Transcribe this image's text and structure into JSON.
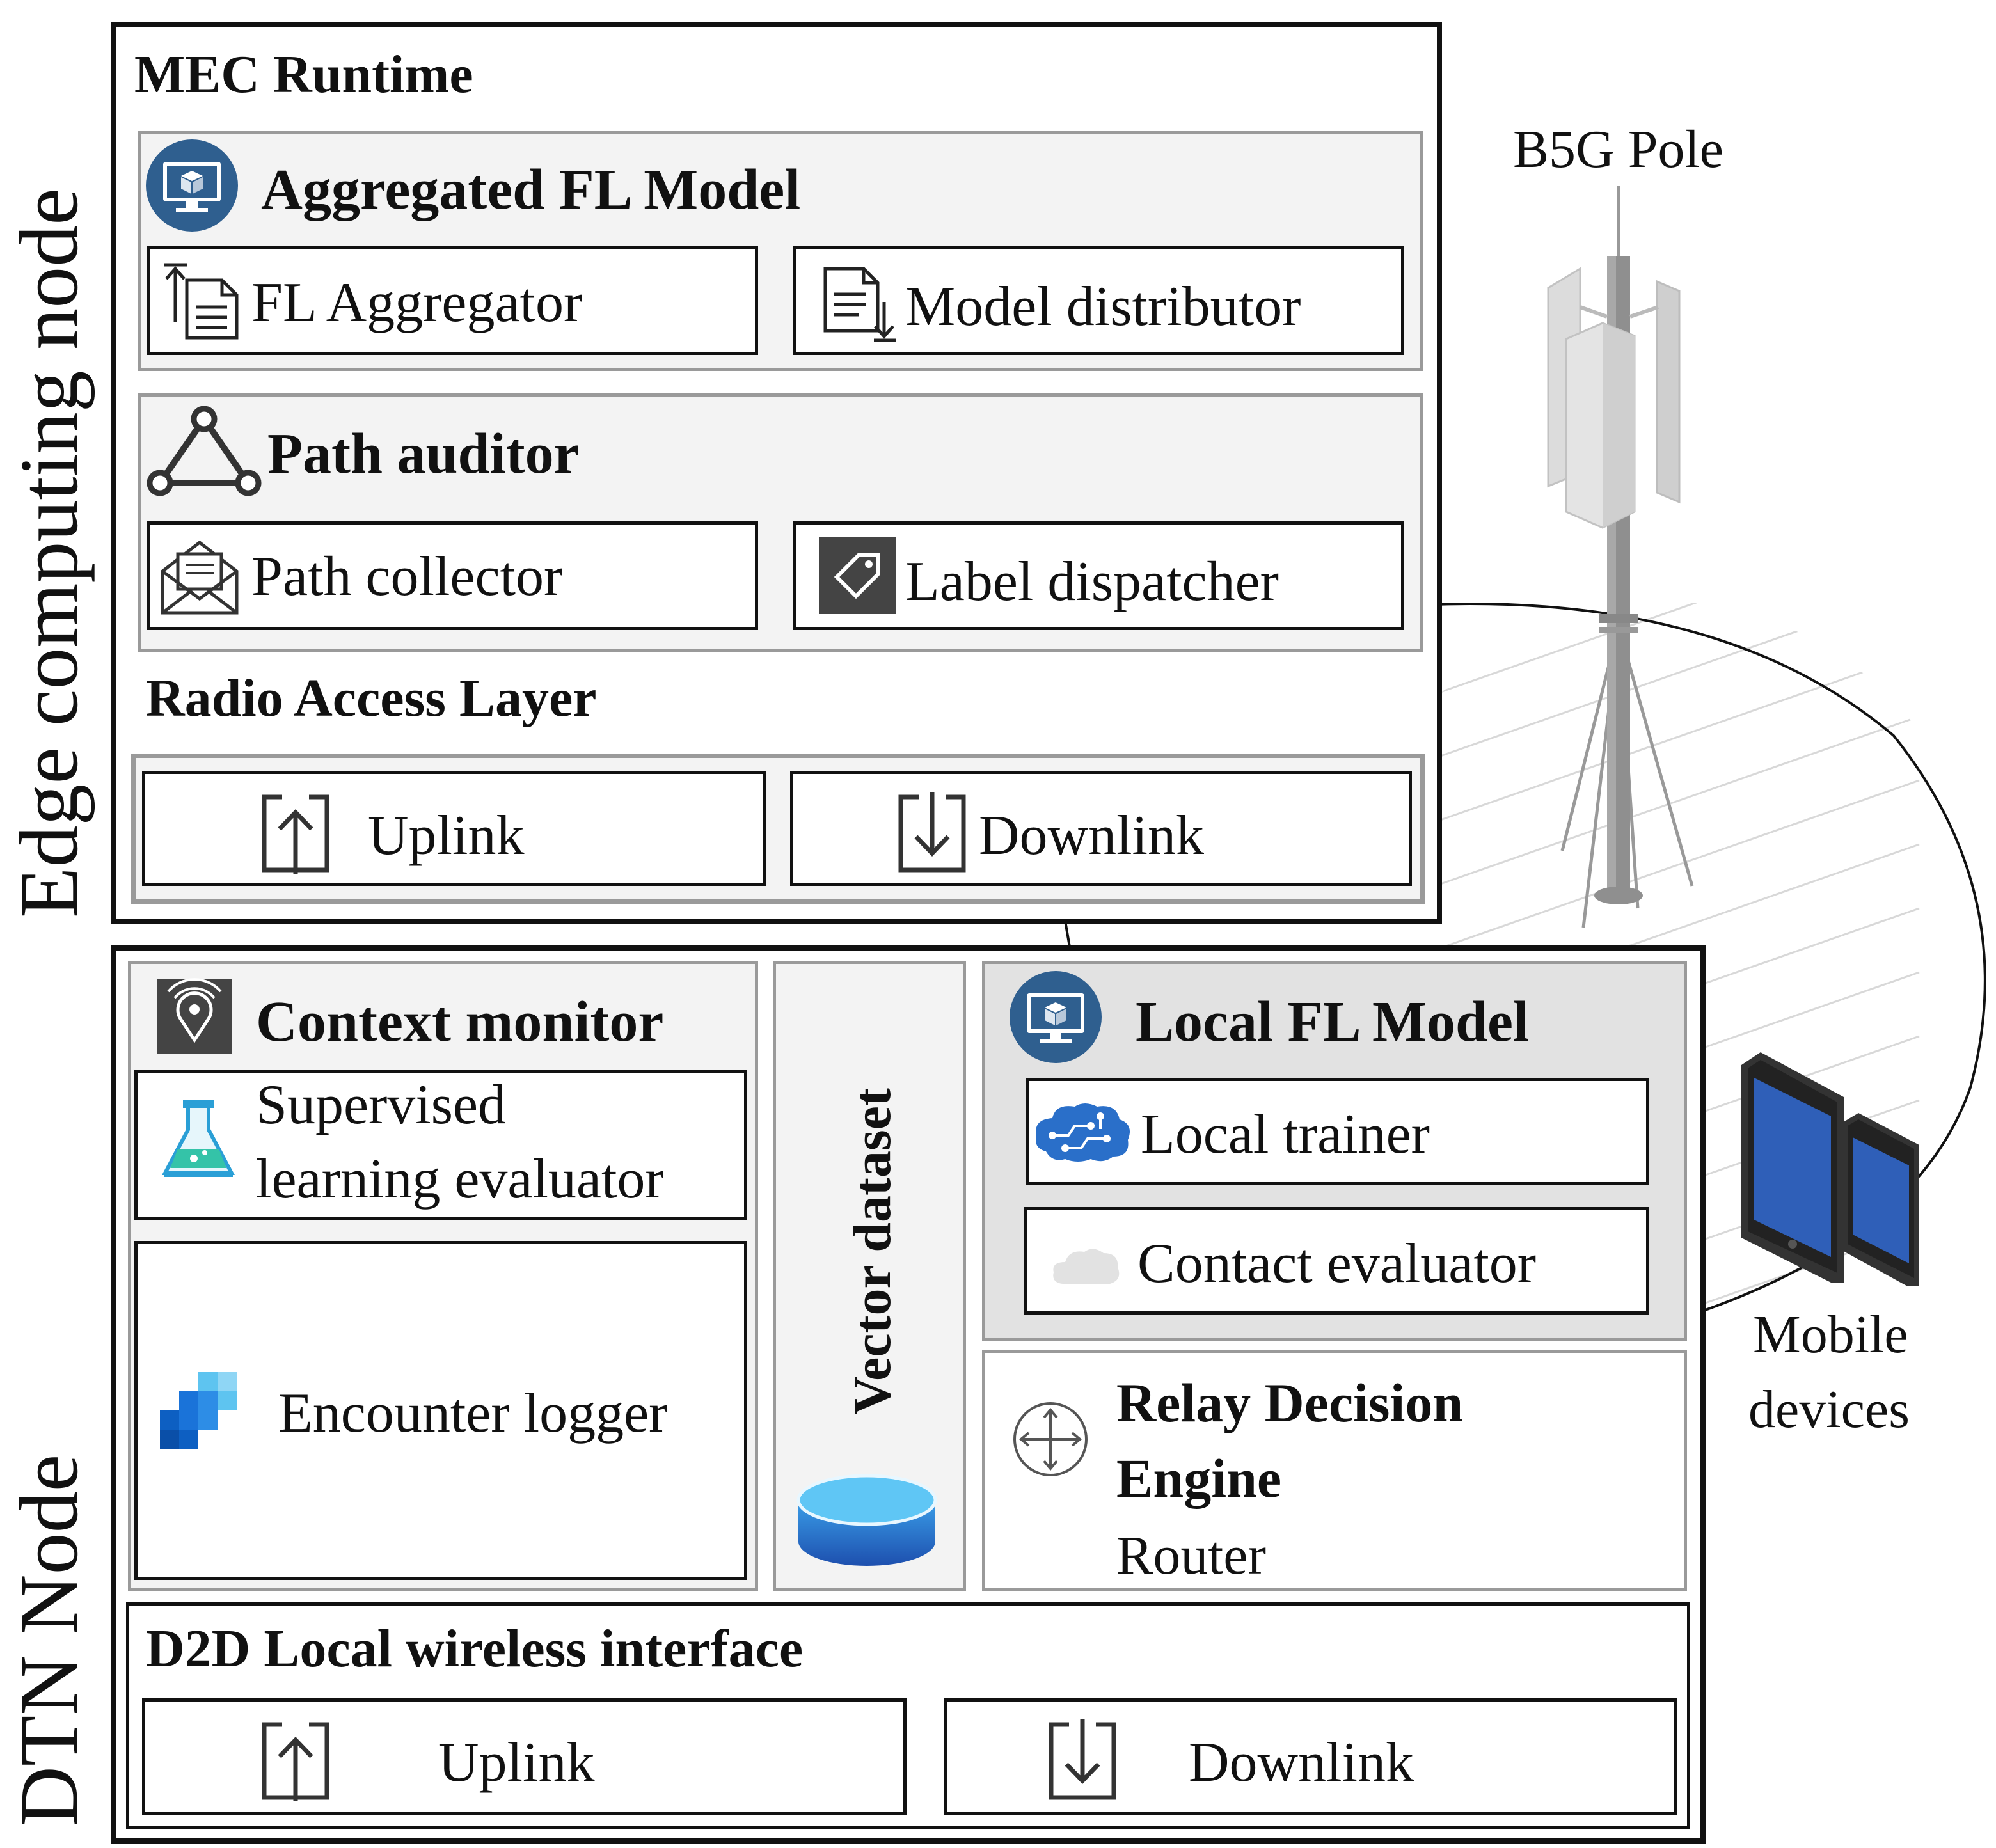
{
  "edge_node": {
    "side_label": "Edge computing node",
    "mec_runtime": "MEC Runtime",
    "aggregated_model": {
      "title": "Aggregated FL Model",
      "fl_aggregator": "FL Aggregator",
      "model_distributor": "Model distributor"
    },
    "path_auditor": {
      "title": "Path auditor",
      "path_collector": "Path collector",
      "label_dispatcher": "Label dispatcher"
    },
    "radio_access": {
      "title": "Radio Access Layer",
      "uplink": "Uplink",
      "downlink": "Downlink"
    }
  },
  "dtn_node": {
    "side_label": "DTN Node",
    "context_monitor": {
      "title": "Context monitor",
      "supervised_line1": "Supervised",
      "supervised_line2": "learning evaluator",
      "encounter_logger": "Encounter logger"
    },
    "vector_dataset": "Vector dataset",
    "local_model": {
      "title": "Local FL Model",
      "local_trainer": "Local trainer",
      "contact_evaluator": "Contact evaluator"
    },
    "relay": {
      "title_line1": "Relay Decision",
      "title_line2": "Engine",
      "router": "Router"
    },
    "d2d": {
      "title": "D2D Local wireless interface",
      "uplink": "Uplink",
      "downlink": "Downlink"
    }
  },
  "b5g_pole": "B5G Pole",
  "mobile_line1": "Mobile",
  "mobile_line2": "devices",
  "colors": {
    "icon_blue": "#2f5f8f",
    "device_blue": "#2f5fb8",
    "dark_icon": "#444444"
  }
}
